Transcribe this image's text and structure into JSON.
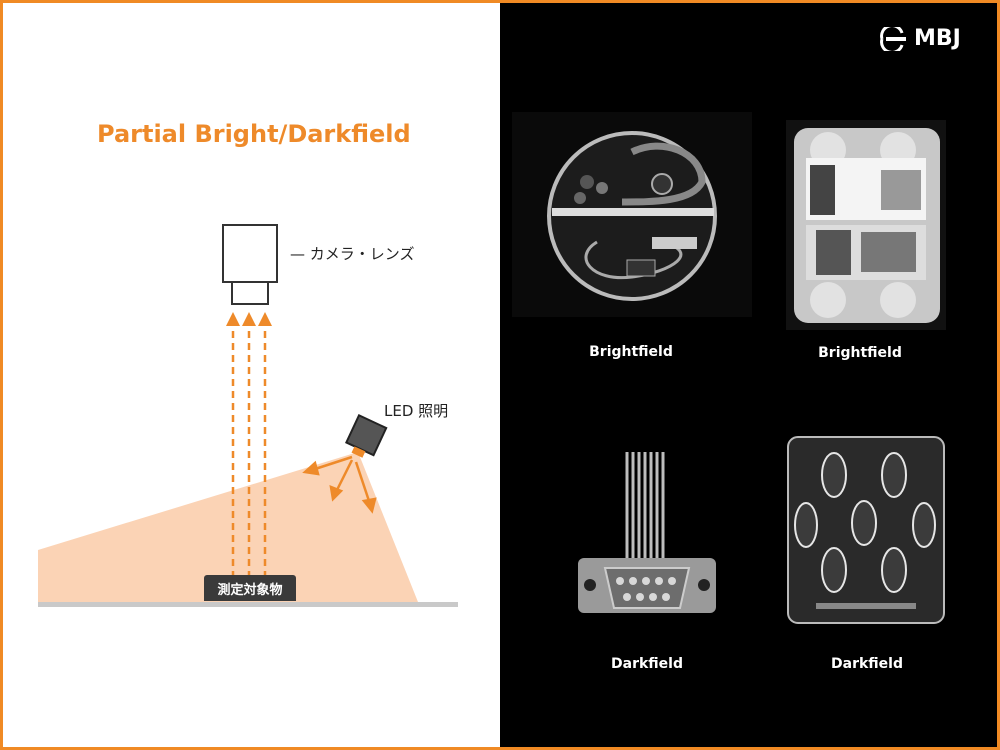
{
  "title": "Partial Bright/Darkfield",
  "labels": {
    "camera": "— カメラ・レンズ",
    "led": "LED 照明",
    "object": "測定対象物"
  },
  "logo": {
    "text": "MBJ",
    "icon": "mbj-logo-icon"
  },
  "samples": [
    {
      "caption": "Brightfield",
      "subject": "headset-kit-photo"
    },
    {
      "caption": "Brightfield",
      "subject": "egg-carton-photo"
    },
    {
      "caption": "Darkfield",
      "subject": "connector-photo"
    },
    {
      "caption": "Darkfield",
      "subject": "blister-pack-photo"
    }
  ],
  "colors": {
    "accent": "#ee8a2a",
    "light_cone": "#fbd3b5",
    "arrow": "#ee8a2a"
  }
}
